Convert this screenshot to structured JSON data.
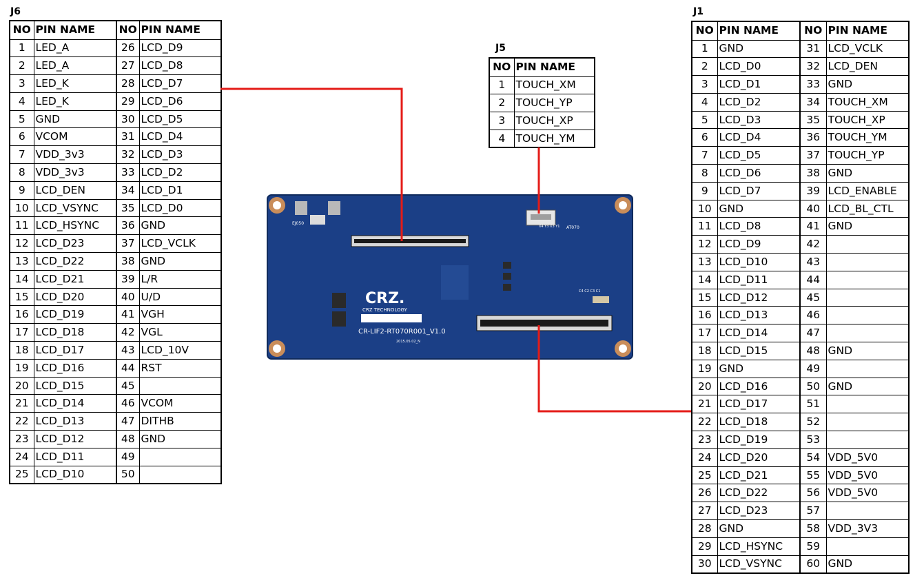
{
  "colors": {
    "wire": "#e41b17",
    "board": "#1b3f86",
    "board_dark": "#132e66",
    "pad": "#c98d5a"
  },
  "j6": {
    "title": "J6",
    "header": {
      "no": "NO",
      "name": "PIN NAME"
    },
    "rows": [
      [
        "1",
        "LED_A",
        "26",
        "LCD_D9"
      ],
      [
        "2",
        "LED_A",
        "27",
        "LCD_D8"
      ],
      [
        "3",
        "LED_K",
        "28",
        "LCD_D7"
      ],
      [
        "4",
        "LED_K",
        "29",
        "LCD_D6"
      ],
      [
        "5",
        "GND",
        "30",
        "LCD_D5"
      ],
      [
        "6",
        "VCOM",
        "31",
        "LCD_D4"
      ],
      [
        "7",
        "VDD_3v3",
        "32",
        "LCD_D3"
      ],
      [
        "8",
        "VDD_3v3",
        "33",
        "LCD_D2"
      ],
      [
        "9",
        "LCD_DEN",
        "34",
        "LCD_D1"
      ],
      [
        "10",
        "LCD_VSYNC",
        "35",
        "LCD_D0"
      ],
      [
        "11",
        "LCD_HSYNC",
        "36",
        "GND"
      ],
      [
        "12",
        "LCD_D23",
        "37",
        "LCD_VCLK"
      ],
      [
        "13",
        "LCD_D22",
        "38",
        "GND"
      ],
      [
        "14",
        "LCD_D21",
        "39",
        "L/R"
      ],
      [
        "15",
        "LCD_D20",
        "40",
        "U/D"
      ],
      [
        "16",
        "LCD_D19",
        "41",
        "VGH"
      ],
      [
        "17",
        "LCD_D18",
        "42",
        "VGL"
      ],
      [
        "18",
        "LCD_D17",
        "43",
        "LCD_10V"
      ],
      [
        "19",
        "LCD_D16",
        "44",
        "RST"
      ],
      [
        "20",
        "LCD_D15",
        "45",
        ""
      ],
      [
        "21",
        "LCD_D14",
        "46",
        "VCOM"
      ],
      [
        "22",
        "LCD_D13",
        "47",
        "DITHB"
      ],
      [
        "23",
        "LCD_D12",
        "48",
        "GND"
      ],
      [
        "24",
        "LCD_D11",
        "49",
        ""
      ],
      [
        "25",
        "LCD_D10",
        "50",
        ""
      ]
    ]
  },
  "j5": {
    "title": "J5",
    "header": {
      "no": "NO",
      "name": "PIN NAME"
    },
    "rows": [
      [
        "1",
        "TOUCH_XM"
      ],
      [
        "2",
        "TOUCH_YP"
      ],
      [
        "3",
        "TOUCH_XP"
      ],
      [
        "4",
        "TOUCH_YM"
      ]
    ]
  },
  "j1": {
    "title": "J1",
    "header": {
      "no": "NO",
      "name": "PIN NAME"
    },
    "rows": [
      [
        "1",
        "GND",
        "31",
        "LCD_VCLK"
      ],
      [
        "2",
        "LCD_D0",
        "32",
        "LCD_DEN"
      ],
      [
        "3",
        "LCD_D1",
        "33",
        "GND"
      ],
      [
        "4",
        "LCD_D2",
        "34",
        "TOUCH_XM"
      ],
      [
        "5",
        "LCD_D3",
        "35",
        "TOUCH_XP"
      ],
      [
        "6",
        "LCD_D4",
        "36",
        "TOUCH_YM"
      ],
      [
        "7",
        "LCD_D5",
        "37",
        "TOUCH_YP"
      ],
      [
        "8",
        "LCD_D6",
        "38",
        "GND"
      ],
      [
        "9",
        "LCD_D7",
        "39",
        "LCD_ENABLE"
      ],
      [
        "10",
        "GND",
        "40",
        "LCD_BL_CTL"
      ],
      [
        "11",
        "LCD_D8",
        "41",
        "GND"
      ],
      [
        "12",
        "LCD_D9",
        "42",
        ""
      ],
      [
        "13",
        "LCD_D10",
        "43",
        ""
      ],
      [
        "14",
        "LCD_D11",
        "44",
        ""
      ],
      [
        "15",
        "LCD_D12",
        "45",
        ""
      ],
      [
        "16",
        "LCD_D13",
        "46",
        ""
      ],
      [
        "17",
        "LCD_D14",
        "47",
        ""
      ],
      [
        "18",
        "LCD_D15",
        "48",
        "GND"
      ],
      [
        "19",
        "GND",
        "49",
        ""
      ],
      [
        "20",
        "LCD_D16",
        "50",
        "GND"
      ],
      [
        "21",
        "LCD_D17",
        "51",
        ""
      ],
      [
        "22",
        "LCD_D18",
        "52",
        ""
      ],
      [
        "23",
        "LCD_D19",
        "53",
        ""
      ],
      [
        "24",
        "LCD_D20",
        "54",
        "VDD_5V0"
      ],
      [
        "25",
        "LCD_D21",
        "55",
        "VDD_5V0"
      ],
      [
        "26",
        "LCD_D22",
        "56",
        "VDD_5V0"
      ],
      [
        "27",
        "LCD_D23",
        "57",
        ""
      ],
      [
        "28",
        "GND",
        "58",
        "VDD_3V3"
      ],
      [
        "29",
        "LCD_HSYNC",
        "59",
        ""
      ],
      [
        "30",
        "LCD_VSYNC",
        "60",
        "GND"
      ]
    ]
  },
  "board": {
    "logo": "CRZ.",
    "company": "CRZ TECHNOLOGY",
    "model": "CR-LIF2-RT070R001_V1.0",
    "date": "2015.05.02_N",
    "marking_ej": "EJ050",
    "marking_at": "AT070",
    "marking_cap": "C4 C2 C3 C1",
    "marking_pins": "X4 Y3 X3 Y1"
  }
}
